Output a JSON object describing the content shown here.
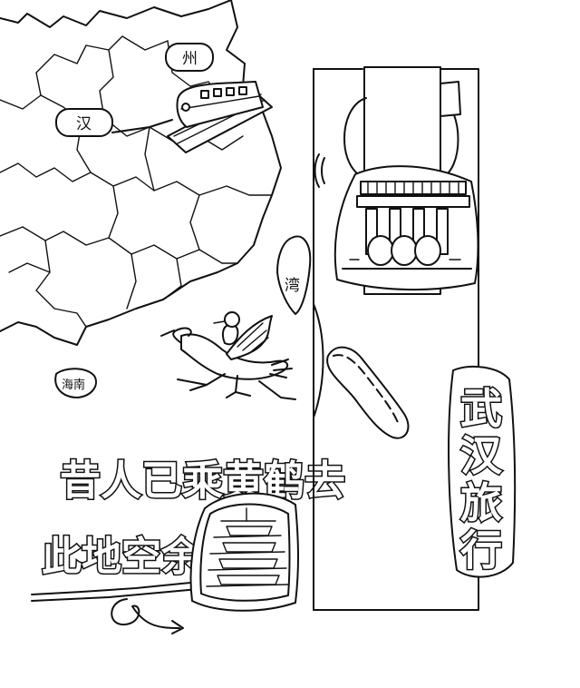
{
  "map": {
    "labels": {
      "shanghai_fragment": "州",
      "han": "汉",
      "taiwan": "湾",
      "hainan": "海南"
    }
  },
  "poem": {
    "line1": "昔人已乘黄鹤去",
    "line2": "此地空余"
  },
  "sticker": {
    "title_chars": [
      "武",
      "汉",
      "旅",
      "行"
    ]
  },
  "colors": {
    "ink": "#111111",
    "paper": "#ffffff"
  },
  "icons": [
    "train-icon",
    "crane-rider-icon",
    "yellow-crane-tower-icon",
    "jianghan-gate-icon",
    "arrow-icon"
  ]
}
